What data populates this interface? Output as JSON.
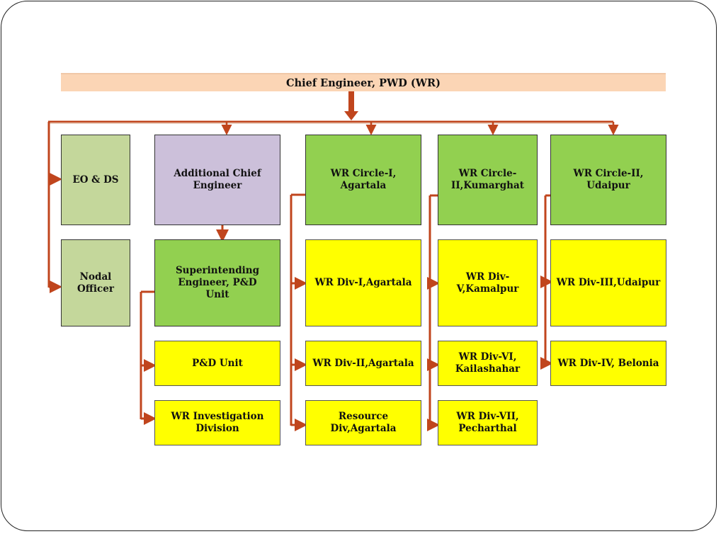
{
  "title": "Chief Engineer, PWD (WR)",
  "colors": {
    "connector": "#c0451d",
    "connector_light": "#e8c9b8",
    "title_bg": "#fbd5b5",
    "light_green": "#c4d79b",
    "lavender": "#ccc0da",
    "green": "#92d050",
    "yellow": "#ffff00"
  },
  "boxes": {
    "eo_ds": "EO & DS",
    "nodal_officer": "Nodal Officer",
    "addl_chief_engineer": "Additional Chief Engineer",
    "superintending_engineer": "Superintending Engineer, P&D Unit",
    "pd_unit": "P&D Unit",
    "wr_investigation": "WR Investigation Division",
    "circle_1": "WR Circle-I, Agartala",
    "div_1": "WR Div-I,Agartala",
    "div_2": "WR Div-II,Agartala",
    "resource_div": "Resource Div,Agartala",
    "circle_kumarghat": "WR Circle-II,Kumarghat",
    "div_5": "WR Div-V,Kamalpur",
    "div_6": "WR Div-VI, Kailashahar",
    "div_7": "WR Div-VII, Pecharthal",
    "circle_udaipur": "WR Circle-II, Udaipur",
    "div_3": "WR Div-III,Udaipur",
    "div_4": "WR Div-IV, Belonia"
  }
}
